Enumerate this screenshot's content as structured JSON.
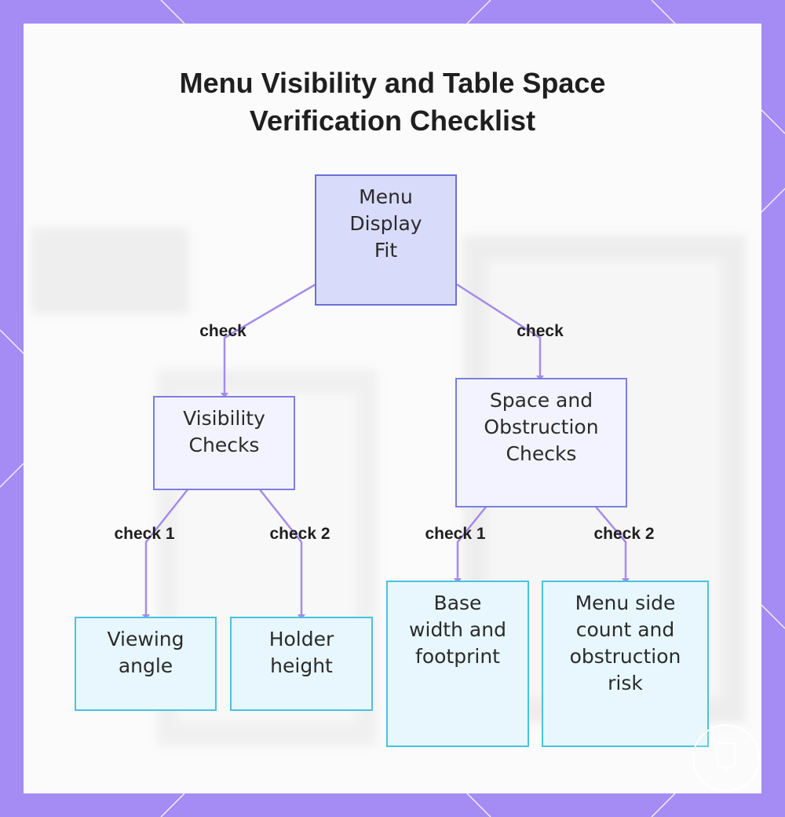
{
  "diagram": {
    "title_lines": [
      "Menu Visibility and Table Space",
      "Verification Checklist"
    ],
    "root": {
      "lines": [
        "Menu",
        "Display",
        "Fit"
      ]
    },
    "edges_top": [
      {
        "label": "check"
      },
      {
        "label": "check"
      }
    ],
    "mid_nodes": [
      {
        "lines": [
          "Visibility",
          "Checks"
        ]
      },
      {
        "lines": [
          "Space and",
          "Obstruction",
          "Checks"
        ]
      }
    ],
    "edges_bottom": [
      {
        "label": "check 1"
      },
      {
        "label": "check 2"
      },
      {
        "label": "check 1"
      },
      {
        "label": "check 2"
      }
    ],
    "leaves": [
      {
        "lines": [
          "Viewing",
          "angle"
        ]
      },
      {
        "lines": [
          "Holder",
          "height"
        ]
      },
      {
        "lines": [
          "Base",
          "width and",
          "footprint"
        ]
      },
      {
        "lines": [
          "Menu side",
          "count and",
          "obstruction",
          "risk"
        ]
      }
    ],
    "colors": {
      "frame": "#a48cf4",
      "connector": "#a48ce8",
      "root_fill": "#d9dbfb",
      "mid_fill": "#f3f3ff",
      "leaf_fill": "#e7f7fd",
      "leaf_border": "#48c3de"
    }
  }
}
